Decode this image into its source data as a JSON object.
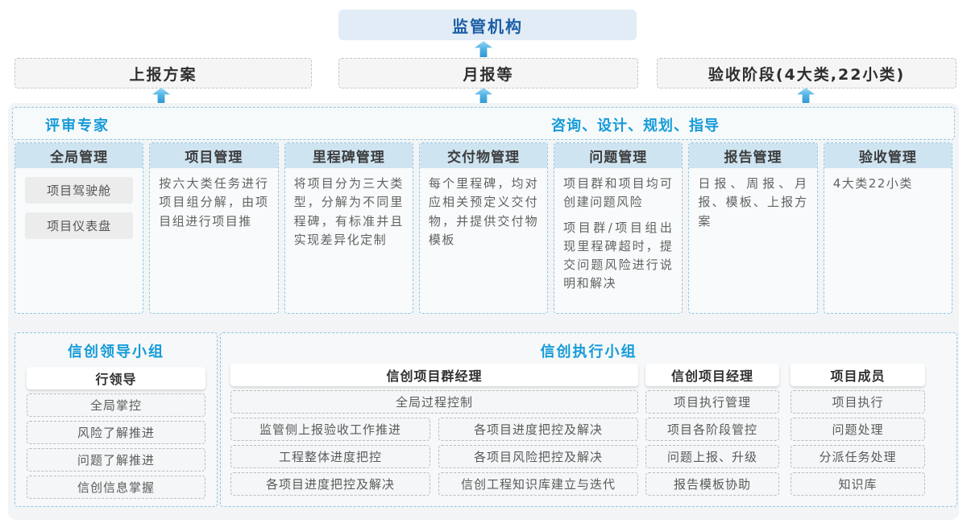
{
  "colors": {
    "dark_blue": "#1b5ea6",
    "bright_blue": "#169bd9",
    "header_fill": "#cee4f1",
    "regulator_fill": "#e2ecf6",
    "arrow_blue": "#2e96d3",
    "panel_fill": "#f2f4f5"
  },
  "top": {
    "regulator": "监管机构"
  },
  "report_row": [
    "上报方案",
    "月报等",
    "验收阶段(4大类,22小类)"
  ],
  "header_strip": {
    "left": "评审专家",
    "right": "咨询、设计、规划、指导"
  },
  "columns": [
    {
      "title": "全局管理",
      "chips": [
        "项目驾驶舱",
        "项目仪表盘"
      ]
    },
    {
      "title": "项目管理",
      "paragraphs": [
        "按六大类任务进行项目组分解，由项目组进行项目推"
      ]
    },
    {
      "title": "里程碑管理",
      "paragraphs": [
        "将项目分为三大类型，分解为不同里程碑，有标准并且实现差异化定制"
      ]
    },
    {
      "title": "交付物管理",
      "paragraphs": [
        "每个里程碑，均对应相关预定义交付物，并提供交付物模板"
      ]
    },
    {
      "title": "问题管理",
      "paragraphs": [
        "项目群和项目均可创建问题风险",
        "项目群/项目组出现里程碑超时，提交问题风险进行说明和解决"
      ]
    },
    {
      "title": "报告管理",
      "paragraphs": [
        "日报、周报、月报、模板、上报方案"
      ]
    },
    {
      "title": "验收管理",
      "paragraphs": [
        "4大类22小类"
      ]
    }
  ],
  "groups": {
    "leader": {
      "title": "信创领导小组",
      "role": "行领导",
      "items": [
        "全局掌控",
        "风险了解推进",
        "问题了解推进",
        "信创信息掌握"
      ]
    },
    "exec": {
      "title": "信创执行小组",
      "pgm": {
        "role": "信创项目群经理",
        "full_item": "全局过程控制",
        "left_items": [
          "监管侧上报验收工作推进",
          "工程整体进度把控",
          "各项目进度把控及解决"
        ],
        "right_items": [
          "各项目进度把控及解决",
          "各项目风险把控及解决",
          "信创工程知识库建立与迭代"
        ]
      },
      "pm": {
        "role": "信创项目经理",
        "items": [
          "项目执行管理",
          "项目各阶段管控",
          "问题上报、升级",
          "报告模板协助"
        ]
      },
      "member": {
        "role": "项目成员",
        "items": [
          "项目执行",
          "问题处理",
          "分派任务处理",
          "知识库"
        ]
      }
    }
  }
}
